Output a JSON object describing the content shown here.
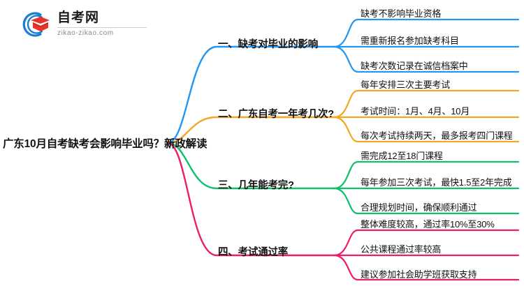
{
  "logo": {
    "title": "自考网",
    "domain": "zikao-zikao.com",
    "mark_icon": "graduation-cap-icon",
    "arc_color": "#1A7FD4",
    "cap_color": "#E8322A"
  },
  "root": {
    "label": "广东10月自考缺考会影响毕业吗？新政解读"
  },
  "branches": [
    {
      "label": "一、缺考对毕业的影响",
      "color": "#2196F3",
      "leaves": [
        "缺考不影响毕业资格",
        "需重新报名参加缺考科目",
        "缺考次数记录在诚信档案中"
      ]
    },
    {
      "label": "二、广东自考一年考几次?",
      "color": "#F5A623",
      "leaves": [
        "每年安排三次主要考试",
        "考试时间：1月、4月、10月",
        "每次考试持续两天，最多报考四门课程"
      ]
    },
    {
      "label": "三、几年能考完?",
      "color": "#0FBF6A",
      "leaves": [
        "需完成12至18门课程",
        "每年参加三次考试，最快1.5至2年完成",
        "合理规划时间，确保顺利通过"
      ]
    },
    {
      "label": "四、考试通过率",
      "color": "#ED1D6E",
      "leaves": [
        "整体难度较高，通过率10%至30%",
        "公共课程通过率较高",
        "建议参加社会助学班获取支持"
      ]
    }
  ]
}
